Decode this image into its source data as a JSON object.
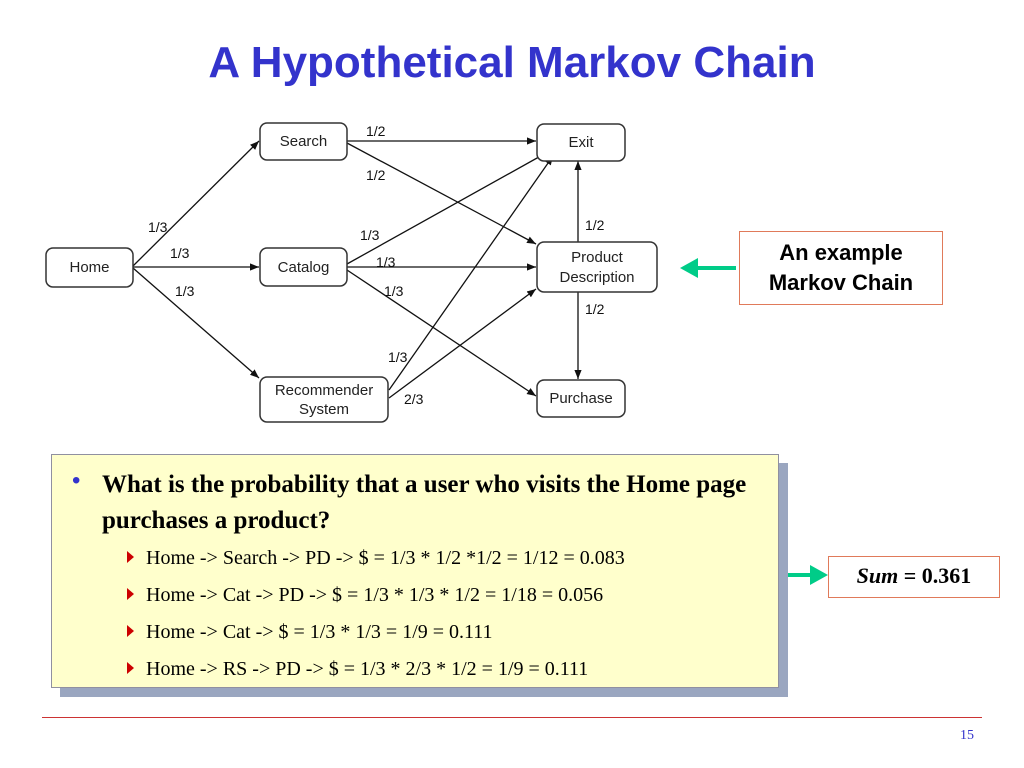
{
  "title": "A Hypothetical Markov Chain",
  "nodes": {
    "home": "Home",
    "search": "Search",
    "catalog": "Catalog",
    "recommender_line1": "Recommender",
    "recommender_line2": "System",
    "exit": "Exit",
    "product_line1": "Product",
    "product_line2": "Description",
    "purchase": "Purchase"
  },
  "edges": {
    "home_search": "1/3",
    "home_catalog": "1/3",
    "home_recommender": "1/3",
    "search_exit": "1/2",
    "search_product": "1/2",
    "catalog_exit": "1/3",
    "catalog_product": "1/3",
    "catalog_purchase": "1/3",
    "recommender_exit": "1/3",
    "recommender_product": "2/3",
    "product_exit": "1/2",
    "product_purchase": "1/2"
  },
  "callout": {
    "line1": "An example",
    "line2": "Markov Chain"
  },
  "question": "What is the probability that a user who visits the Home page purchases a product?",
  "paths": [
    "Home -> Search -> PD -> $ = 1/3 * 1/2 *1/2 = 1/12 = 0.083",
    "Home -> Cat -> PD -> $ = 1/3 * 1/3 * 1/2 = 1/18 = 0.056",
    "Home -> Cat -> $ = 1/3 * 1/3 = 1/9 = 0.111",
    "Home -> RS -> PD -> $ = 1/3 * 2/3 * 1/2 = 1/9 = 0.111"
  ],
  "sum": {
    "label": "Sum",
    "value": "= 0.361"
  },
  "page_number": "15",
  "colors": {
    "title": "#3333cc",
    "callout_arrow": "#00cc88",
    "bullet_arrow": "#cc0000",
    "box_fill": "#ffffcc"
  }
}
